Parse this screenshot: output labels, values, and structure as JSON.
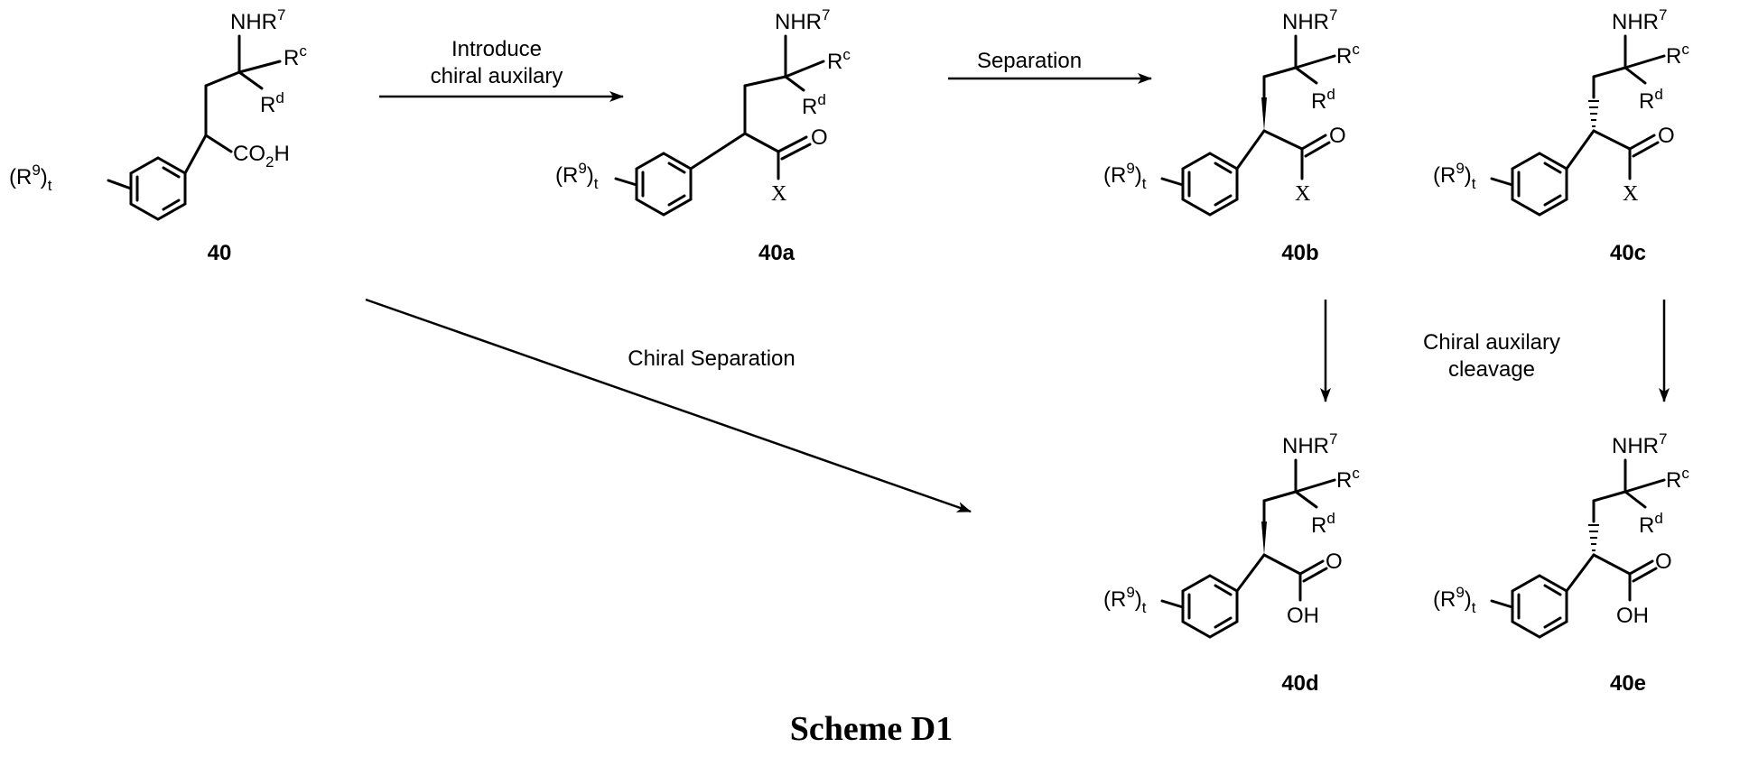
{
  "atoms": {
    "amine": "NHR",
    "amine_sup": "7",
    "rc": "R",
    "rc_sup": "c",
    "rd": "R",
    "rd_sup": "d",
    "r9_open": "(R",
    "r9_sup": "9",
    "r9_close": ")",
    "r9_sub": "t",
    "co2h_a": "CO",
    "co2h_sub": "2",
    "co2h_b": "H",
    "oxygen": "O",
    "x_group": "X",
    "oh": "OH"
  },
  "compounds": {
    "c40": "40",
    "c40a": "40a",
    "c40b": "40b",
    "c40c": "40c",
    "c40d": "40d",
    "c40e": "40e"
  },
  "arrows": {
    "introduce_line1": "Introduce",
    "introduce_line2": "chiral auxilary",
    "separation": "Separation",
    "chiral_separation": "Chiral Separation",
    "cleavage_line1": "Chiral auxilary",
    "cleavage_line2": "cleavage"
  },
  "title": "Scheme D1"
}
